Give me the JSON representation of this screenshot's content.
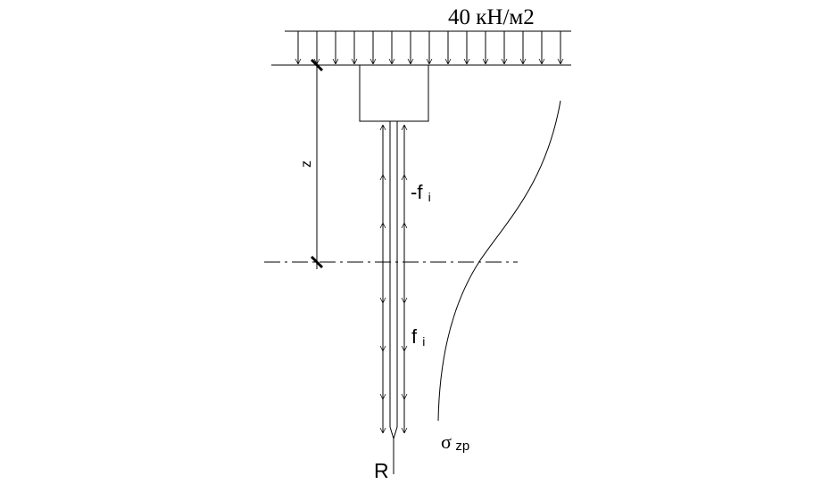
{
  "load": {
    "label": "40 кН/м2"
  },
  "dimension": {
    "label": "z"
  },
  "friction": {
    "negative_label_sign": "-f",
    "negative_label_sub": "i",
    "positive_label": "f",
    "positive_label_sub": "i"
  },
  "stress": {
    "symbol": "σ",
    "subscript": "zp"
  },
  "tip": {
    "label": "R"
  },
  "colors": {
    "line": "#000000",
    "background": "#ffffff"
  }
}
